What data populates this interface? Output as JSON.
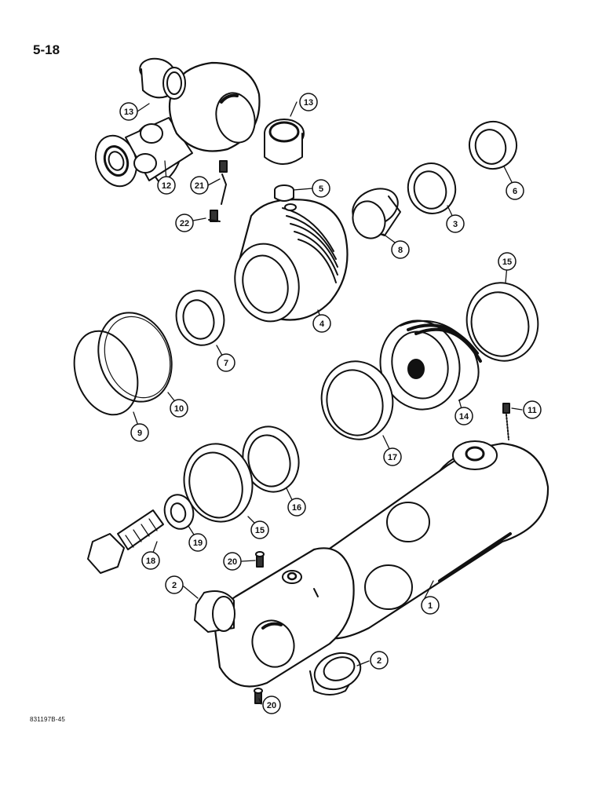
{
  "page_number": "5-18",
  "drawing_code": "831197B-45",
  "callouts": [
    {
      "id": "c13a",
      "label": "13"
    },
    {
      "id": "c13b",
      "label": "13"
    },
    {
      "id": "c12",
      "label": "12"
    },
    {
      "id": "c21",
      "label": "21"
    },
    {
      "id": "c22",
      "label": "22"
    },
    {
      "id": "c5",
      "label": "5"
    },
    {
      "id": "c8",
      "label": "8"
    },
    {
      "id": "c3",
      "label": "3"
    },
    {
      "id": "c6",
      "label": "6"
    },
    {
      "id": "c4",
      "label": "4"
    },
    {
      "id": "c7",
      "label": "7"
    },
    {
      "id": "c15a",
      "label": "15"
    },
    {
      "id": "c10",
      "label": "10"
    },
    {
      "id": "c9",
      "label": "9"
    },
    {
      "id": "c14",
      "label": "14"
    },
    {
      "id": "c11",
      "label": "11"
    },
    {
      "id": "c17",
      "label": "17"
    },
    {
      "id": "c16",
      "label": "16"
    },
    {
      "id": "c15b",
      "label": "15"
    },
    {
      "id": "c19",
      "label": "19"
    },
    {
      "id": "c18",
      "label": "18"
    },
    {
      "id": "c20a",
      "label": "20"
    },
    {
      "id": "c2a",
      "label": "2"
    },
    {
      "id": "c1",
      "label": "1"
    },
    {
      "id": "c2b",
      "label": "2"
    },
    {
      "id": "c20b",
      "label": "20"
    }
  ]
}
